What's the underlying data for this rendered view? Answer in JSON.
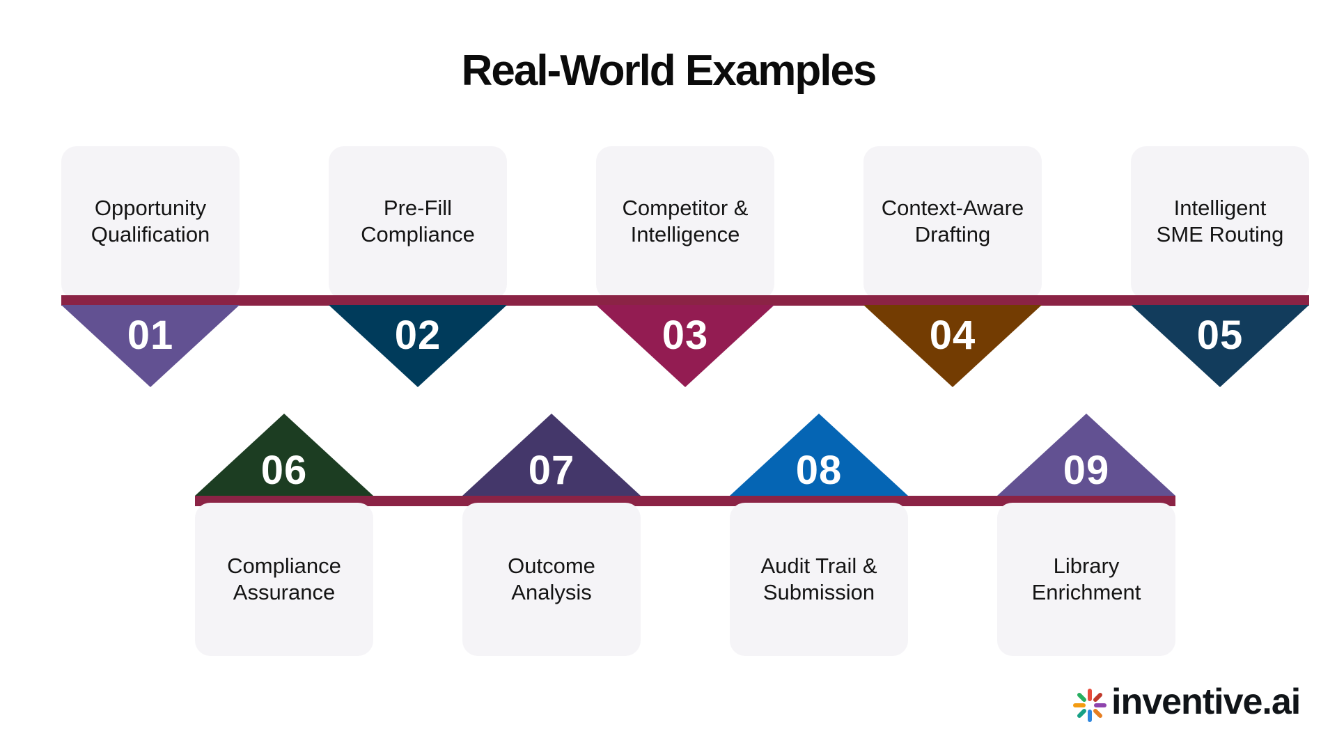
{
  "title": "Real-World Examples",
  "steps": [
    {
      "num": "01",
      "label_line1": "Opportunity",
      "label_line2": "Qualification",
      "color": "#625192"
    },
    {
      "num": "02",
      "label_line1": "Pre-Fill",
      "label_line2": "Compliance",
      "color": "#003b5b"
    },
    {
      "num": "03",
      "label_line1": "Competitor &",
      "label_line2": "Intelligence",
      "color": "#931c52"
    },
    {
      "num": "04",
      "label_line1": "Context-Aware",
      "label_line2": "Drafting",
      "color": "#733c02"
    },
    {
      "num": "05",
      "label_line1": "Intelligent",
      "label_line2": "SME Routing",
      "color": "#123c5c"
    },
    {
      "num": "06",
      "label_line1": "Compliance",
      "label_line2": "Assurance",
      "color": "#1c3d22"
    },
    {
      "num": "07",
      "label_line1": "Outcome",
      "label_line2": "Analysis",
      "color": "#44376a"
    },
    {
      "num": "08",
      "label_line1": "Audit Trail &",
      "label_line2": "Submission",
      "color": "#0565b4"
    },
    {
      "num": "09",
      "label_line1": "Library",
      "label_line2": "Enrichment",
      "color": "#625192"
    }
  ],
  "band_color": "#8b2345",
  "logo": {
    "text": "inventive.ai"
  }
}
